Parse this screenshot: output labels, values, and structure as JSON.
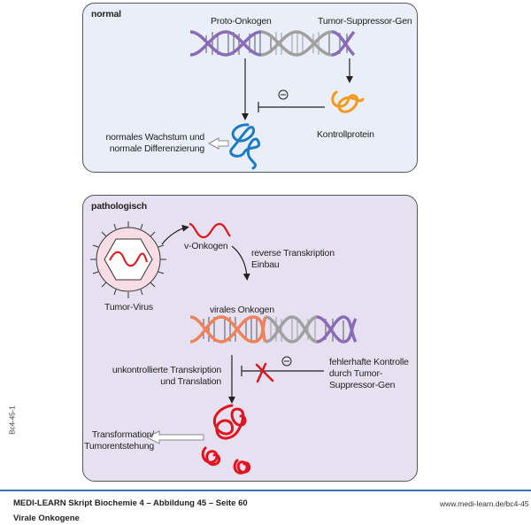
{
  "normal": {
    "title": "normal",
    "proto_onkogen": "Proto-Onkogen",
    "tumor_suppressor_gen": "Tumor-Suppressor-Gen",
    "kontrollprotein": "Kontrollprotein",
    "outcome_line1": "normales Wachstum und",
    "outcome_line2": "normale Differenzierung",
    "inhibition_symbol": "⊖"
  },
  "pathologisch": {
    "title": "pathologisch",
    "tumor_virus": "Tumor-Virus",
    "v_onkogen": "v-Onkogen",
    "step_line1": "reverse Transkription",
    "step_line2": "Einbau",
    "virales_onkogen": "virales Onkogen",
    "uncontrolled_line1": "unkontrollierte Transkription",
    "uncontrolled_line2": "und Translation",
    "faulty_line1": "fehlerhafte Kontrolle",
    "faulty_line2": "durch Tumor-",
    "faulty_line3": "Suppressor-Gen",
    "outcome_line1": "Transformation/",
    "outcome_line2": "Tumorentstehung",
    "inhibition_symbol": "⊖"
  },
  "colors": {
    "dna_purple": "#8a6bb8",
    "dna_gray": "#a0a0a0",
    "dna_orange": "#f0825a",
    "protein_blue": "#1b7cc4",
    "protein_orange": "#f29a1c",
    "oncoprotein_red": "#e0141e",
    "accent_blue": "#3a6fb0"
  },
  "footer": {
    "title": "MEDI-LEARN Skript Biochemie 4 – Abbildung 45 – Seite 60",
    "subtitle": "Virale Onkogene",
    "url": "www.medi-learn.de/bc4-45",
    "side_code": "Bc4-45-1"
  }
}
